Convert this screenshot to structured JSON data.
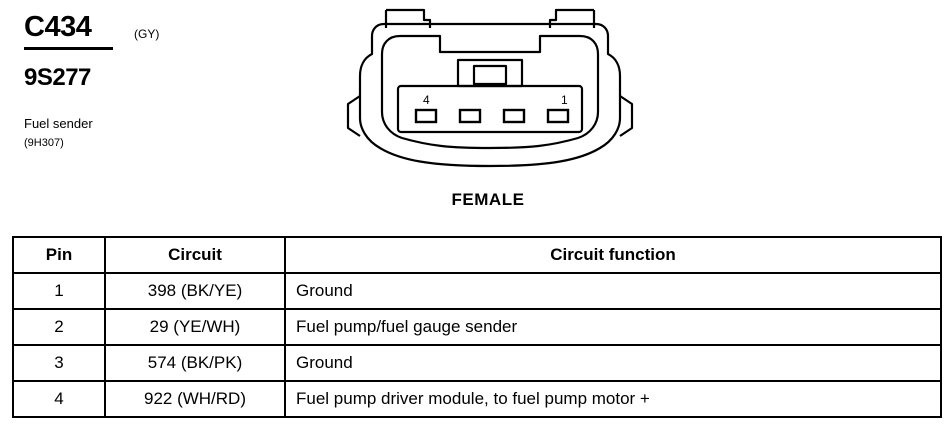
{
  "connector": {
    "id": "C434",
    "color": "(GY)",
    "part_number": "9S277",
    "component": "Fuel sender",
    "component_code": "(9H307)",
    "gender": "FEMALE",
    "pin_first_label": "4",
    "pin_last_label": "1"
  },
  "table": {
    "headers": [
      "Pin",
      "Circuit",
      "Circuit function"
    ],
    "rows": [
      {
        "pin": "1",
        "circuit": "398 (BK/YE)",
        "function": "Ground"
      },
      {
        "pin": "2",
        "circuit": "29 (YE/WH)",
        "function": "Fuel pump/fuel gauge sender"
      },
      {
        "pin": "3",
        "circuit": "574 (BK/PK)",
        "function": "Ground"
      },
      {
        "pin": "4",
        "circuit": "922 (WH/RD)",
        "function": "Fuel pump driver module, to fuel pump motor +"
      }
    ]
  }
}
